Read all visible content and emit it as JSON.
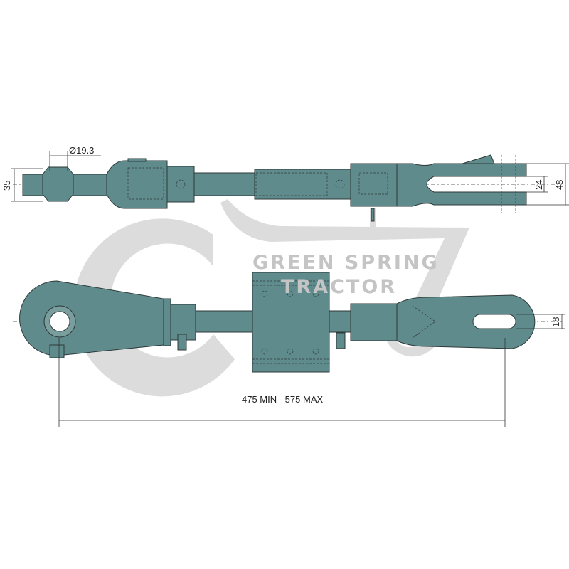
{
  "watermark": {
    "line1": "GREEN SPRING",
    "line2": "TRACTOR"
  },
  "dimensions": {
    "pin_diameter": "Ø19.3",
    "ball_height": "35",
    "fork_inner": "24",
    "fork_outer": "48",
    "slot_width": "18",
    "length": "475 MIN - 575 MAX"
  },
  "colors": {
    "part": "#5f8b8c",
    "watermark": "#c4c4c4"
  }
}
